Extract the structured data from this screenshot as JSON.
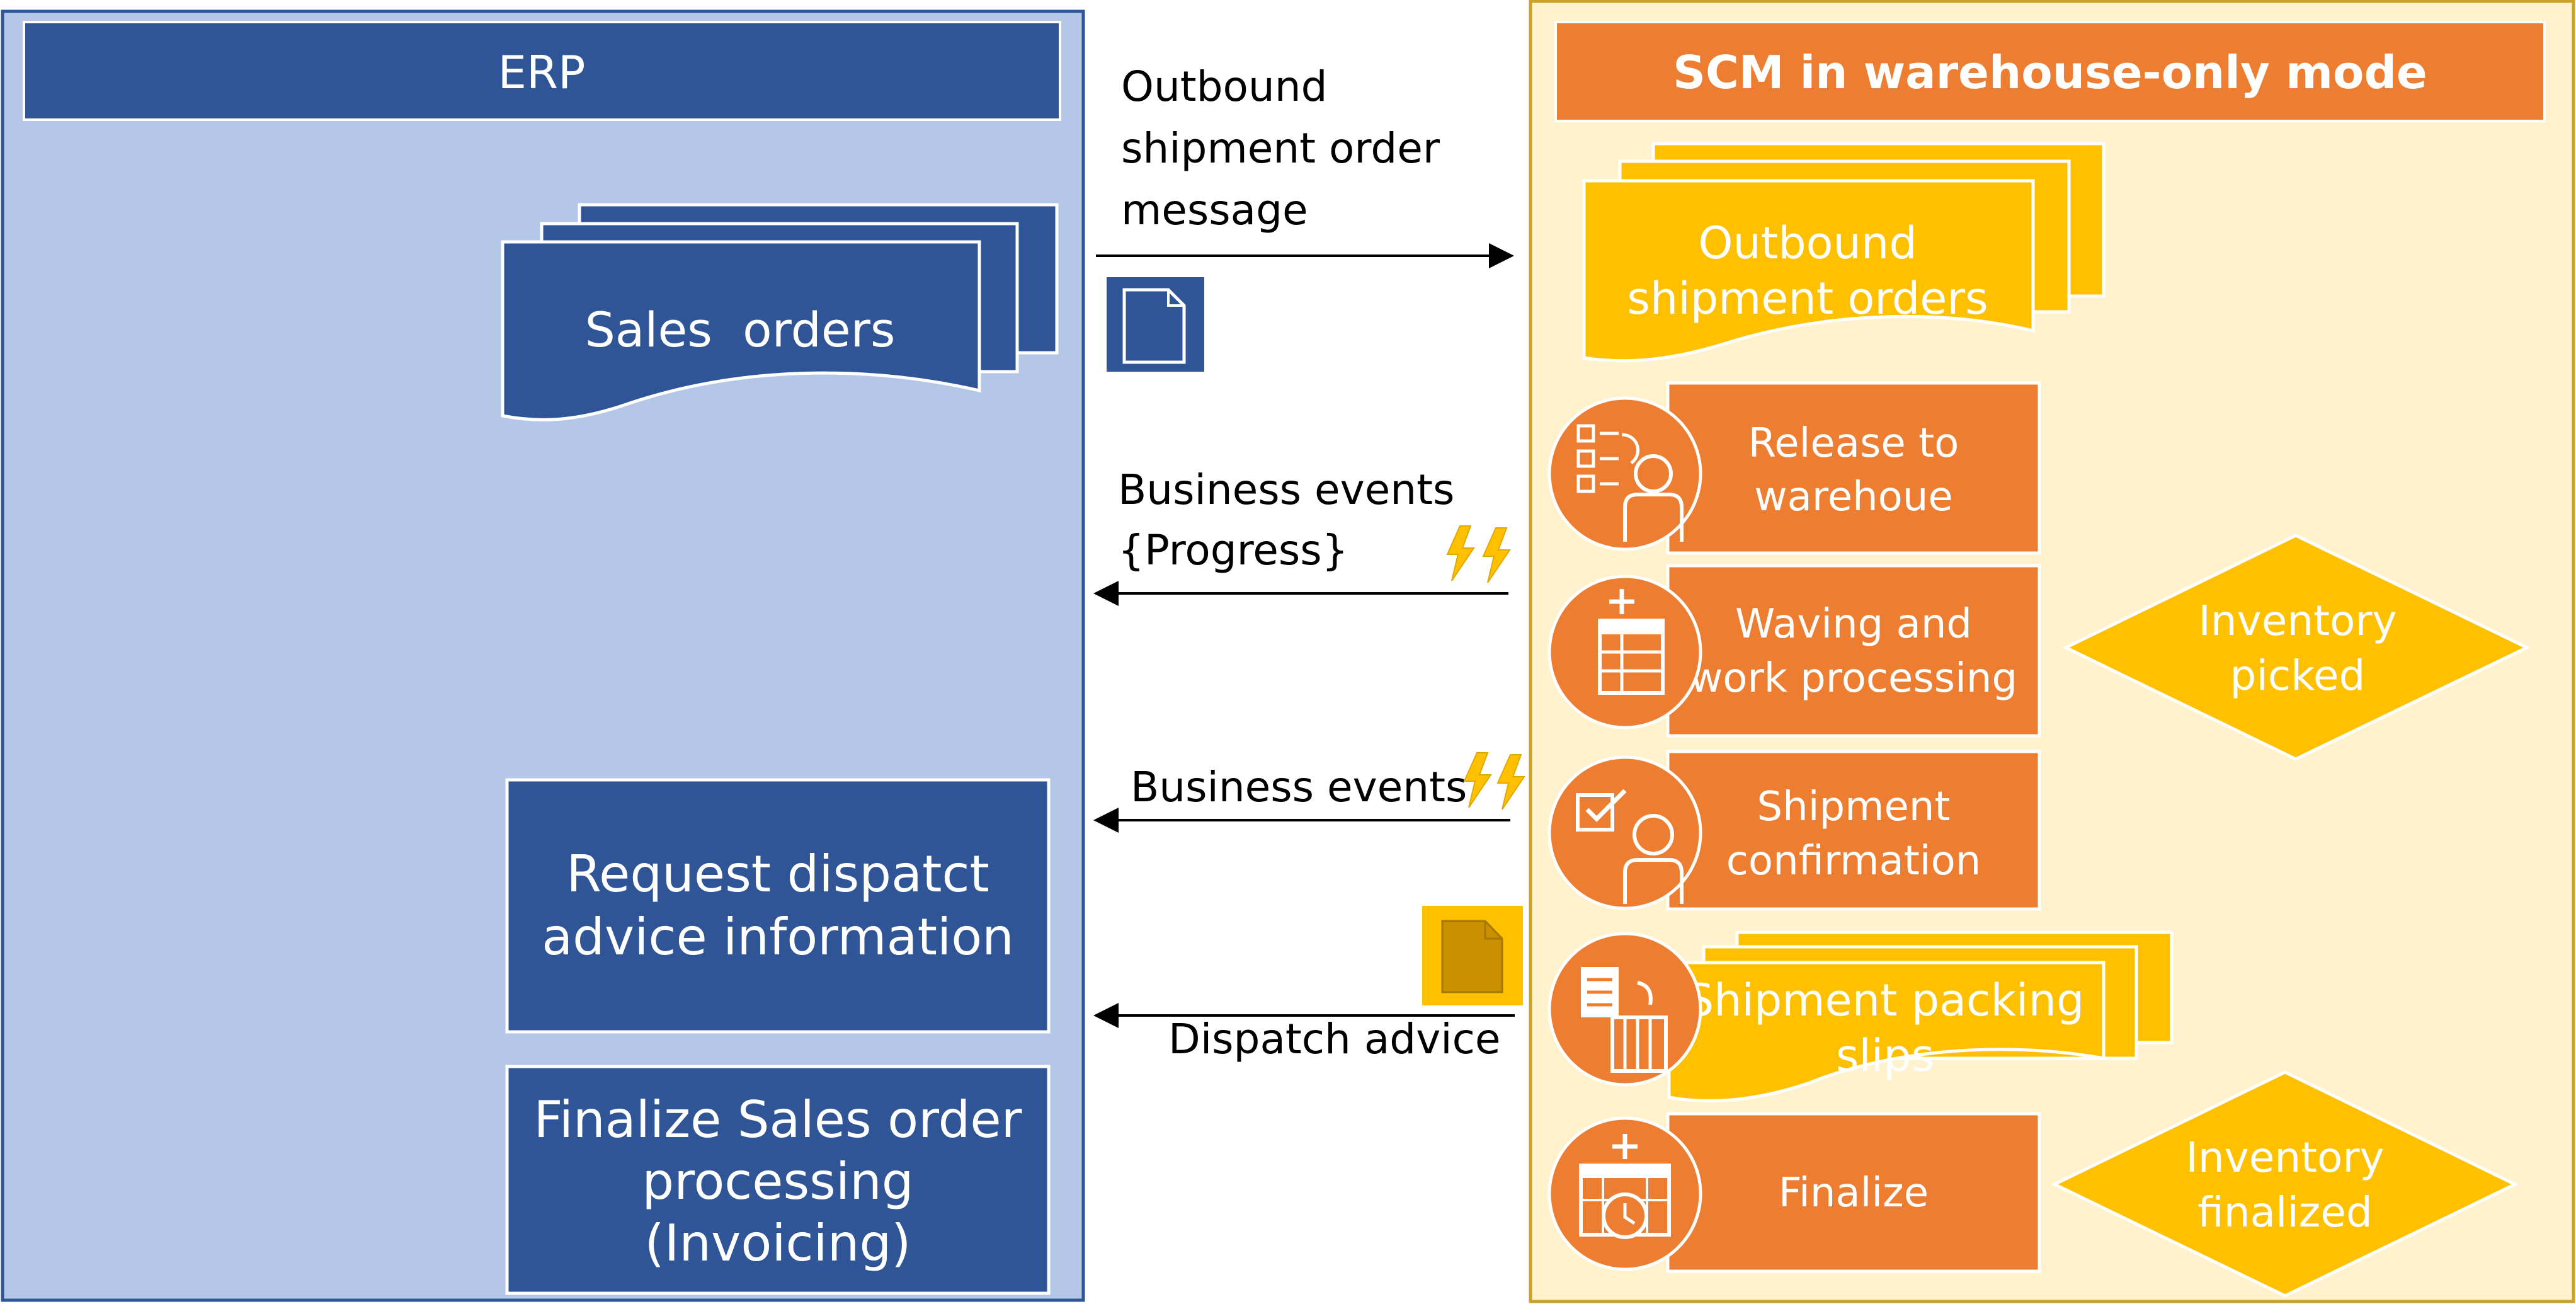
{
  "colors": {
    "erp_bg": "#b4c7e7",
    "erp_border": "#2f5597",
    "erp_blue": "#2f5597",
    "scm_bg": "#fff2cc",
    "scm_border": "#c9a227",
    "orange": "#ed7d31",
    "gold": "#ffc000",
    "text_dark": "#000000",
    "text_light": "#ffffff",
    "lightning": "#ffc000"
  },
  "erp": {
    "title": "ERP",
    "sales_orders": "Sales  orders",
    "request_dispatch": [
      "Request dispatct",
      "advice information"
    ],
    "finalize_sales": [
      "Finalize Sales order",
      "processing",
      "(Invoicing)"
    ]
  },
  "scm": {
    "title": "SCM in warehouse-only mode",
    "outbound_orders": [
      "Outbound",
      "shipment orders"
    ],
    "steps": {
      "release": [
        "Release to",
        "warehoue"
      ],
      "waving": [
        "Waving and",
        "work processing"
      ],
      "shipment_confirmation": [
        "Shipment",
        "confirmation"
      ],
      "packing_slips": [
        "Shipment packing",
        "slips"
      ],
      "finalize": [
        "Finalize"
      ]
    },
    "inventory_picked": [
      "Inventory",
      "picked"
    ],
    "inventory_finalized": [
      "Inventory",
      "finalized"
    ]
  },
  "messages": {
    "outbound": [
      "Outbound",
      "shipment order",
      "message"
    ],
    "business_events_progress": [
      "Business events",
      "{Progress}"
    ],
    "business_events": "Business events",
    "dispatch_advice": "Dispatch advice"
  },
  "icons": {
    "outbound_message": "document-icon",
    "progress_events": "lightning-icon",
    "business_events": "lightning-icon",
    "dispatch_advice": "document-icon",
    "release": "checklist-person-icon",
    "waving": "add-table-icon",
    "shipment_confirmation": "check-person-icon",
    "packing_slips": "document-stack-icon",
    "finalize": "calendar-clock-icon"
  }
}
